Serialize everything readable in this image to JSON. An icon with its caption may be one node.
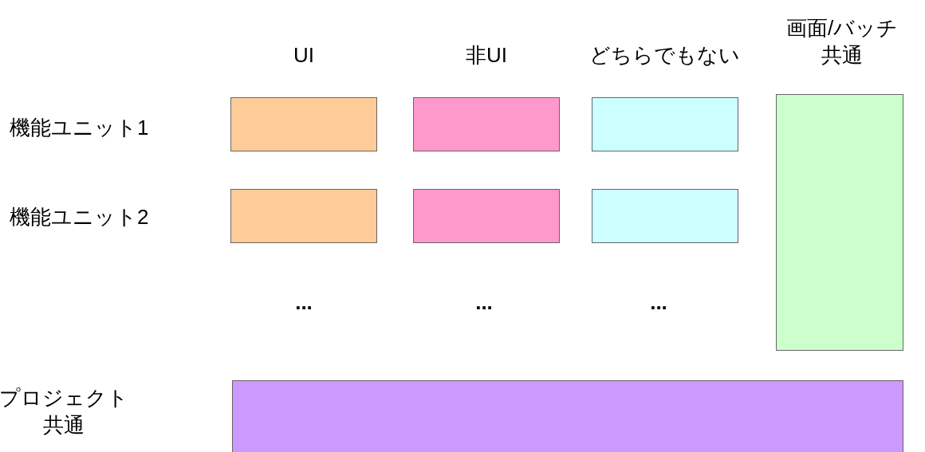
{
  "diagram": {
    "nodes": [
      {
        "text": [],
        "shape": "box"
      },
      {
        "text": [],
        "shape": "box"
      },
      {
        "text": [],
        "shape": "box"
      },
      {
        "text": [],
        "shape": "box"
      },
      {
        "text": [],
        "shape": "box"
      },
      {
        "text": [],
        "shape": "box"
      },
      {
        "text": [],
        "shape": "box"
      },
      {
        "text": [],
        "shape": "box"
      }
    ],
    "labels": [
      "UI",
      "非UI",
      "どちらでもない",
      "画面/バッチ共通",
      "機能ユニット1",
      "機能ユニット2",
      "...",
      "...",
      "...",
      "プロジェクト共通"
    ]
  }
}
